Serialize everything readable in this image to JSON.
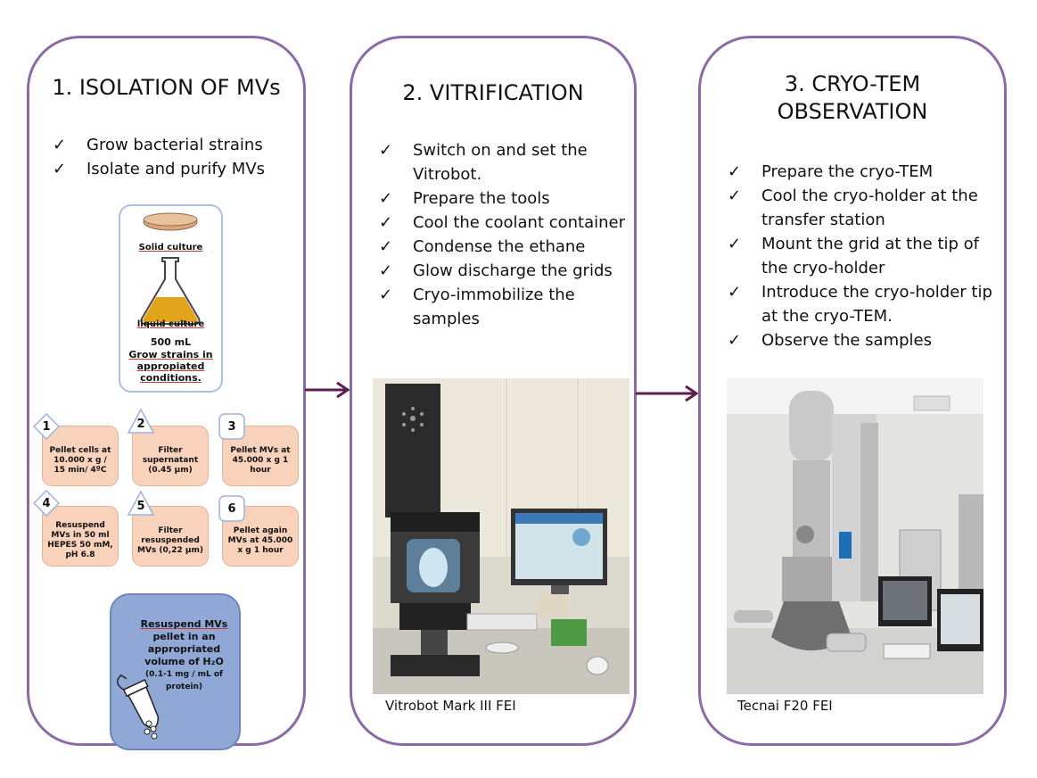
{
  "panels": [
    {
      "title": "1. ISOLATION OF MVs",
      "checks": [
        "Grow bacterial strains",
        "Isolate and purify MVs"
      ],
      "culture": {
        "solid_label": "Solid culture",
        "liquid_label": "liquid culture",
        "volume": "500 mL",
        "grow_line1": "Grow strains in",
        "grow_line2": "appropiated",
        "grow_line3": "conditions."
      },
      "steps": [
        {
          "num": "1",
          "text": "Pellet cells at 10.000 x g / 15 min/ 4ºC"
        },
        {
          "num": "2",
          "text": "Filter supernatant (0.45 μm)"
        },
        {
          "num": "3",
          "text": "Pellet MVs at 45.000 x g 1 hour"
        },
        {
          "num": "4",
          "text": "Resuspend MVs in 50 ml HEPES 50 mM, pH 6.8"
        },
        {
          "num": "5",
          "text": "Filter resuspended MVs (0,22 μm)"
        },
        {
          "num": "6",
          "text": "Pellet again MVs at 45.000 x g 1 hour"
        }
      ],
      "resuspend": {
        "line1": "Resuspend MVs",
        "line2": "pellet in an",
        "line3": "appropriated",
        "line4": "volume of H₂O",
        "line5": "(0.1-1 mg / mL of",
        "line6": "protein)"
      }
    },
    {
      "title": "2. VITRIFICATION",
      "checks": [
        "Switch on and set the Vitrobot.",
        "Prepare the tools",
        "Cool the coolant container",
        "Condense the ethane",
        "Glow discharge the grids",
        "Cryo-immobilize the samples"
      ],
      "caption": "Vitrobot Mark III FEI"
    },
    {
      "title_line1": "3. CRYO-TEM",
      "title_line2": "OBSERVATION",
      "checks": [
        "Prepare the cryo-TEM",
        "Cool the cryo-holder at the transfer station",
        "Mount the grid at the tip of the cryo-holder",
        "Introduce the cryo-holder tip at the cryo-TEM.",
        "Observe the samples"
      ],
      "caption": "Tecnai F20 FEI"
    }
  ],
  "colors": {
    "border": "#8b6aa6",
    "arrow": "#5b1f4f",
    "step_fill": "#f9d2bc",
    "resuspend_fill": "#8fa8d6"
  }
}
